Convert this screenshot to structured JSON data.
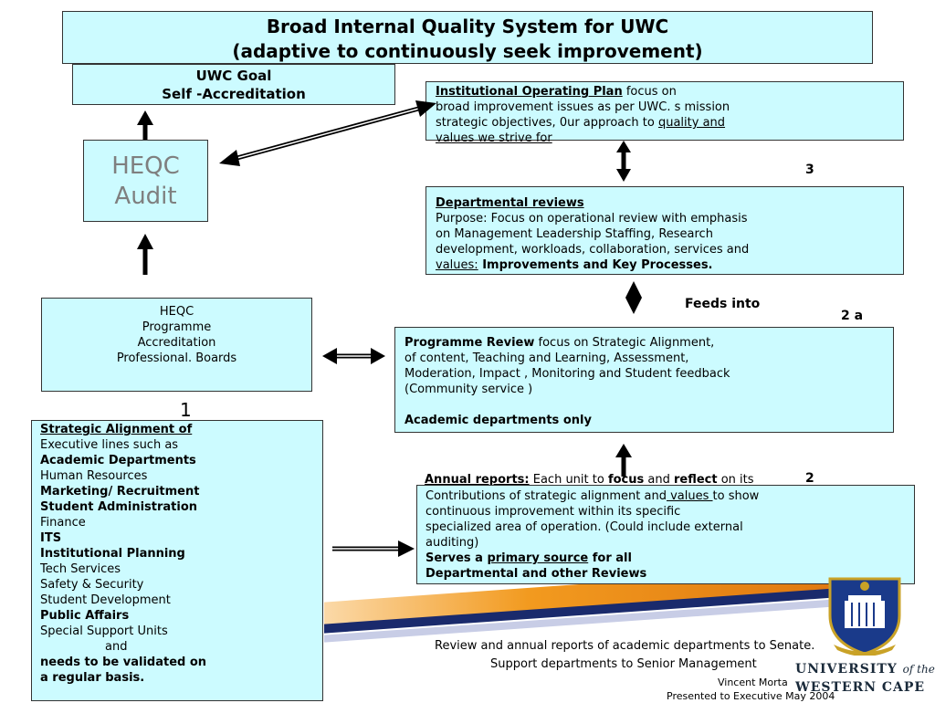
{
  "title": {
    "line1": "Broad Internal Quality System for UWC",
    "line2": "(adaptive to continuously seek improvement)"
  },
  "goal": {
    "line1": "UWC Goal",
    "line2": "Self -Accreditation"
  },
  "heqc_audit": {
    "line1": "HEQC",
    "line2": "Audit"
  },
  "iop": {
    "heading": "Institutional Operating Plan",
    "line1_rest": "  focus on",
    "line2": "broad improvement issues as per UWC. s mission",
    "line3a": "strategic objectives, 0ur approach to ",
    "line3b": "quality and",
    "line4": "values we strive for"
  },
  "label_3": "3",
  "dept": {
    "heading": "Departmental reviews",
    "line1": "Purpose: Focus on operational review with emphasis",
    "line2": "on Management  Leadership Staffing, Research",
    "line3": "development, workloads, collaboration, services and",
    "line4a": "values:",
    "line4b": " Improvements  and Key Processes."
  },
  "feeds_into": "Feeds into",
  "label_2a": "2 a",
  "heqc_prog": {
    "line1": "HEQC",
    "line2": "Programme",
    "line3": "Accreditation",
    "line4": "Professional. Boards"
  },
  "prog_review": {
    "heading": "Programme Review",
    "line1_rest": " focus on Strategic Alignment,",
    "line2": "of content, Teaching and Learning, Assessment,",
    "line3": "Moderation,  Impact , Monitoring and  Student feedback",
    "line4": "(Community service )",
    "line5": "Academic departments only"
  },
  "label_1": "1",
  "strategic": {
    "heading": "Strategic Alignment of",
    "l1": "Executive  lines such as",
    "l2": "Academic Departments",
    "l3": "Human Resources",
    "l4": "Marketing/ Recruitment",
    "l5": "Student Administration",
    "l6": "Finance",
    "l7": "ITS",
    "l8": "Institutional Planning",
    "l9": "Tech Services",
    "l10": "Safety & Security",
    "l11": "Student Development",
    "l12": "Public Affairs",
    "l13": "Special  Support Units",
    "l14": "and",
    "l15": "needs to be validated on",
    "l16": "a regular basis."
  },
  "annual": {
    "heading": "Annual reports:",
    "h_rest1": " Each unit to ",
    "h_focus": "focus",
    "h_and": " and ",
    "h_reflect": "reflect",
    "h_rest2": " on its",
    "line1a": "Contributions of strategic alignment and",
    "line1b": " values ",
    "line1c": "to show",
    "line2": "continuous improvement within its specific",
    "line3": "specialized area of operation. (Could include external",
    "line4": "auditing)",
    "line5a": "Serves a ",
    "line5b": "primary source",
    "line5c": " for all",
    "line6": "Departmental  and other Reviews"
  },
  "label_2": "2",
  "footer": {
    "line1": "Review and annual reports of academic departments to Senate.",
    "line2": "Support departments to Senior Management",
    "author": "Vincent Morta",
    "presented": "Presented to Executive May 2004"
  },
  "logo": {
    "line1": "UNIVERSITY",
    "of_the": "of the",
    "line2": "WESTERN CAPE"
  },
  "colors": {
    "box_fill": "#ccfbff",
    "stripe_orange": "#f29a1f",
    "stripe_navy": "#1a2a6c"
  }
}
